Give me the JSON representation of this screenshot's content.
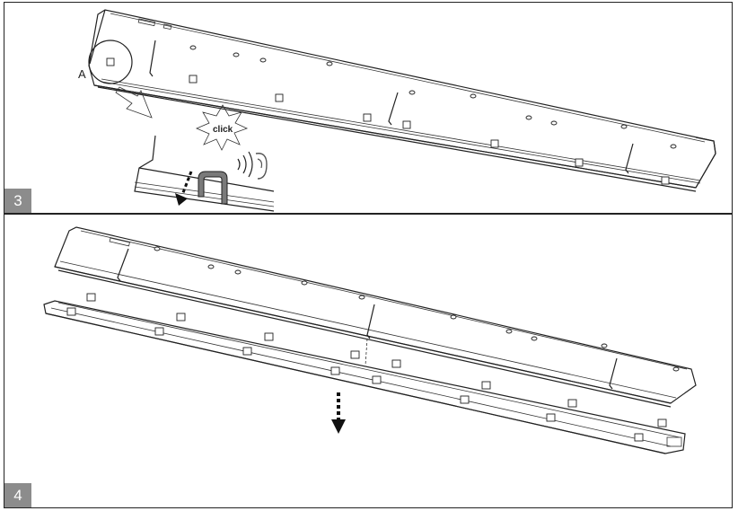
{
  "steps": [
    {
      "number": "3",
      "callout_letter": "A",
      "sound_label": "click"
    },
    {
      "number": "4"
    }
  ]
}
